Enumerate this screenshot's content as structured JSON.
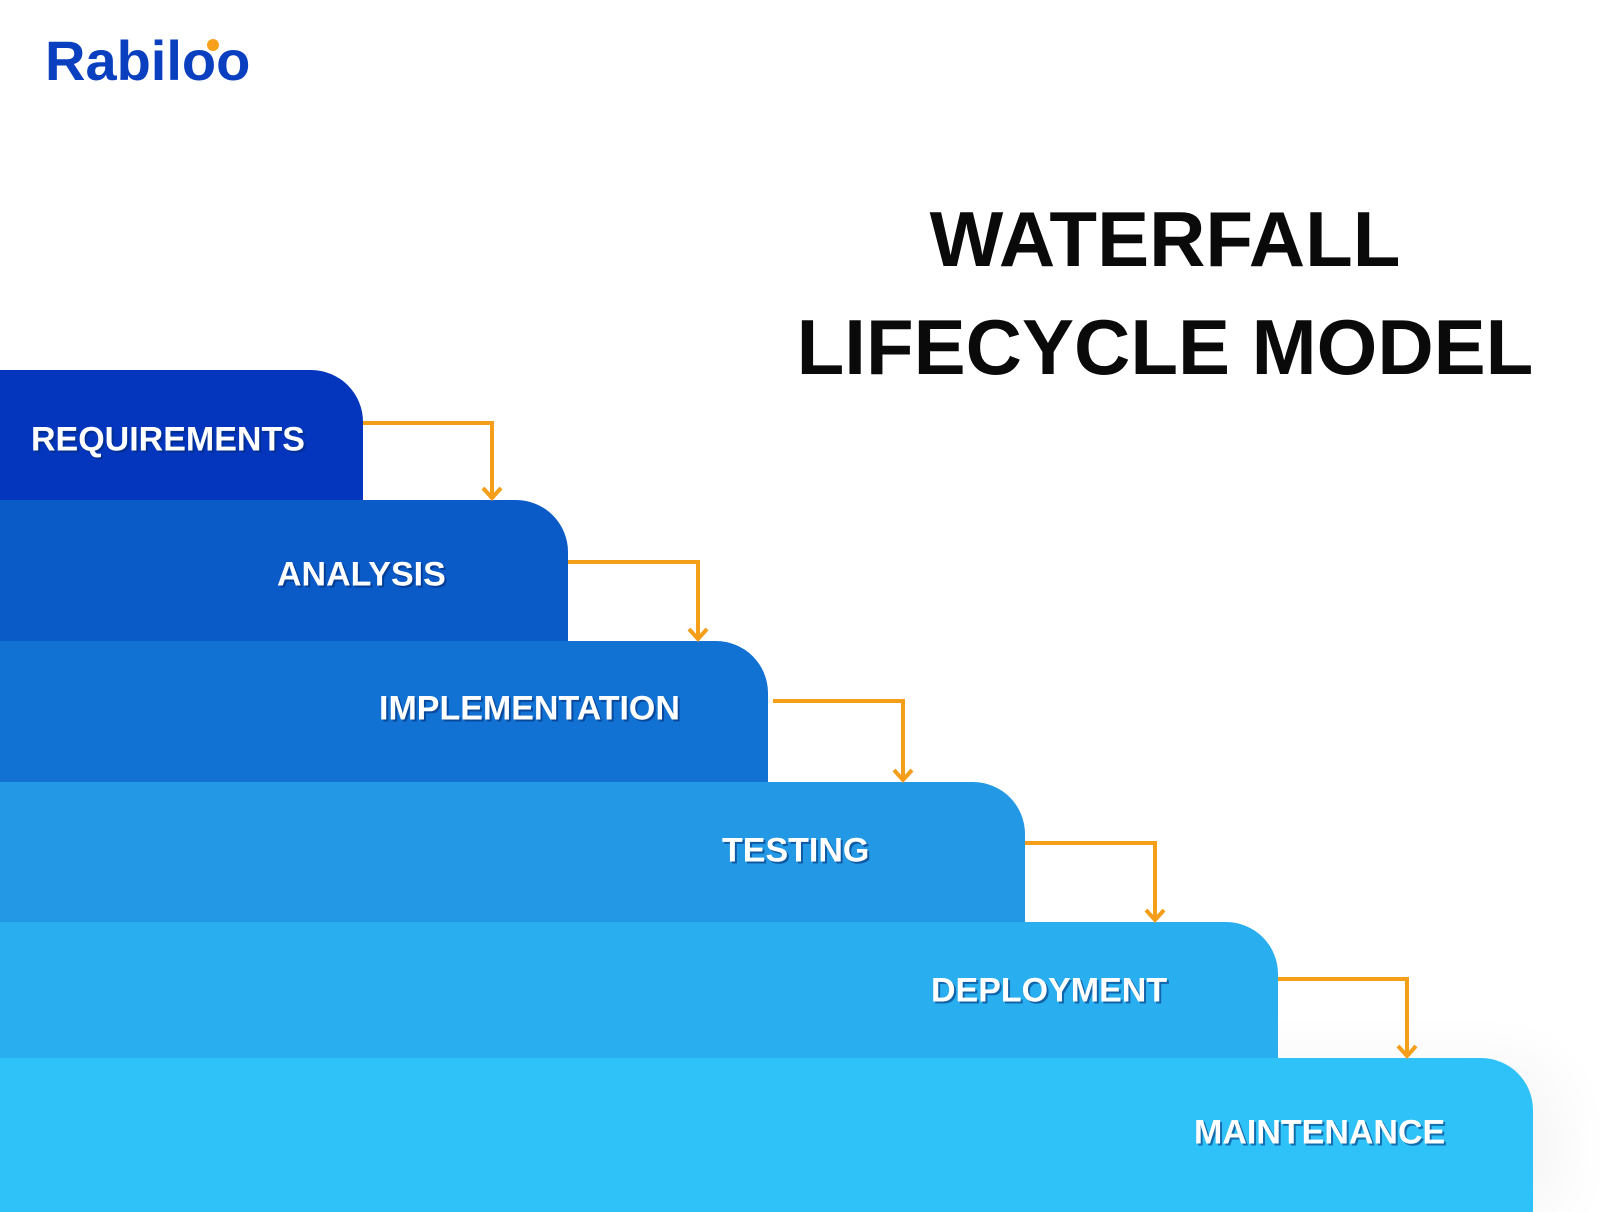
{
  "logo": {
    "text": "Rabiloo"
  },
  "title": {
    "line1": "WATERFALL",
    "line2": "LIFECYCLE MODEL"
  },
  "steps": [
    {
      "label": "REQUIREMENTS",
      "color": "#0336bc"
    },
    {
      "label": "ANALYSIS",
      "color": "#0a5ac8"
    },
    {
      "label": "IMPLEMENTATION",
      "color": "#1272d4"
    },
    {
      "label": "TESTING",
      "color": "#2398e4"
    },
    {
      "label": "DEPLOYMENT",
      "color": "#29aef0"
    },
    {
      "label": "MAINTENANCE",
      "color": "#2ec2f8"
    }
  ],
  "colors": {
    "arrow": "#f59e1a",
    "logo": "#0a3fbf",
    "logo_dot": "#f7a11a"
  }
}
